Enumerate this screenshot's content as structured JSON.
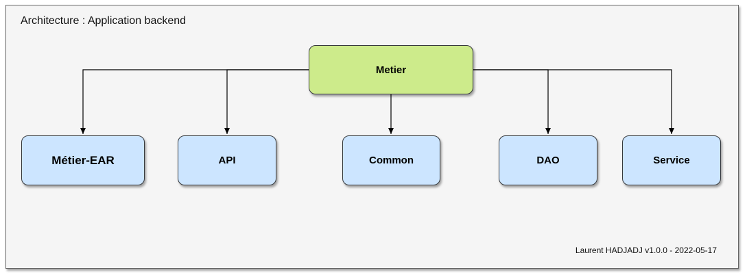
{
  "diagram": {
    "title": "Architecture : Application backend",
    "footer": "Laurent HADJADJ v1.0.0 - 2022-05-17",
    "root": {
      "label": "Metier",
      "color": "#cdeb8b"
    },
    "children": [
      {
        "label": "Métier-EAR",
        "color": "#cce5ff"
      },
      {
        "label": "API",
        "color": "#cce5ff"
      },
      {
        "label": "Common",
        "color": "#cce5ff"
      },
      {
        "label": "DAO",
        "color": "#cce5ff"
      },
      {
        "label": "Service",
        "color": "#cce5ff"
      }
    ]
  }
}
